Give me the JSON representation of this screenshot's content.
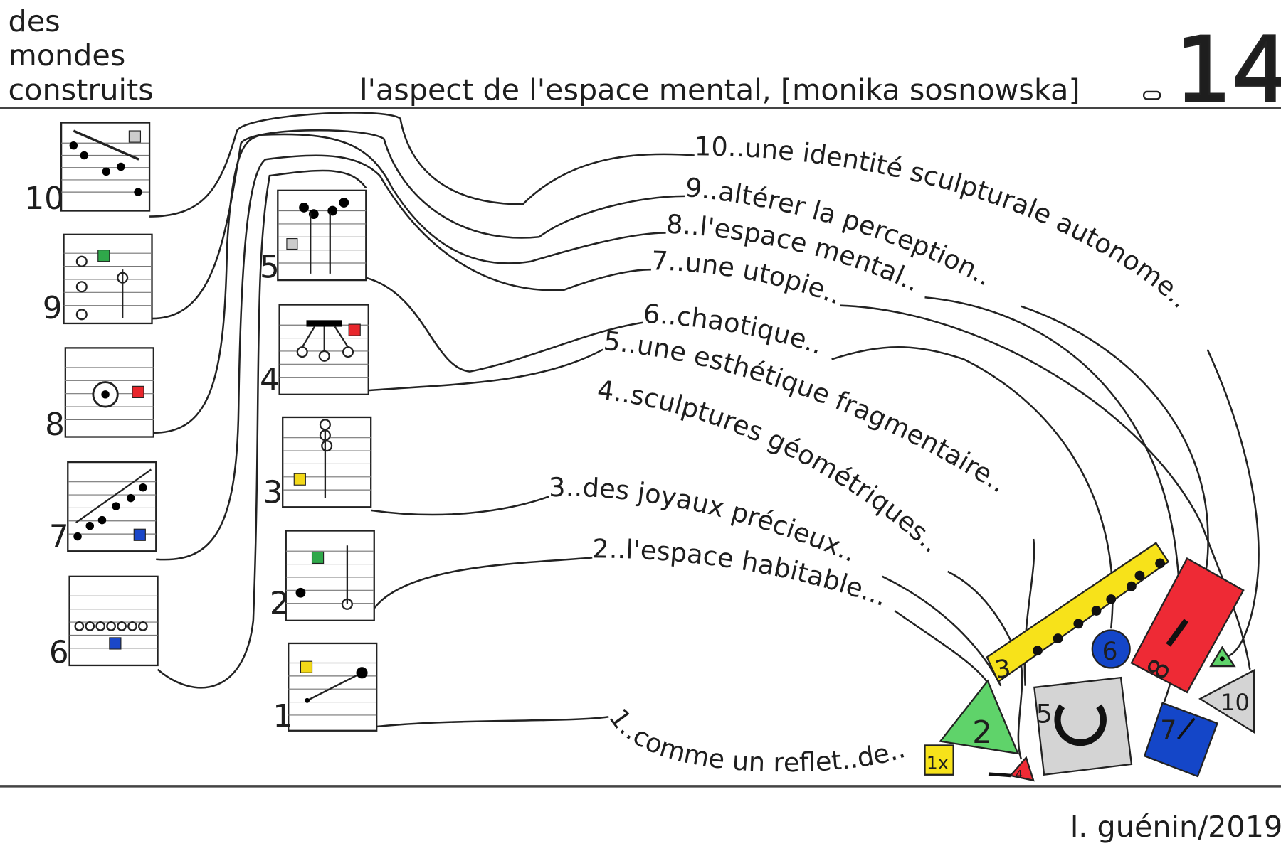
{
  "header": {
    "series_title": [
      "des",
      "mondes",
      "construits"
    ],
    "subtitle": "l'aspect de l'espace mental, [monika sosnowska]",
    "page_number": "14"
  },
  "left_boxes": [
    "10",
    "9",
    "8",
    "7",
    "6"
  ],
  "middle_boxes": [
    "5",
    "4",
    "3",
    "2",
    "1"
  ],
  "labels": [
    "10..une identité sculpturale autonome..",
    "9..altérer la perception..",
    "8..l'espace mental..",
    "7..une utopie..",
    "6..chaotique..",
    "5..une esthétique fragmentaire..",
    "4..sculptures géométriques..",
    "3..des joyaux précieux..",
    "2..l'espace habitable...",
    "1..comme un reflet..de.."
  ],
  "shapes": {
    "s1": "1x",
    "s2": "2",
    "s3": "3",
    "s4": "4",
    "s5": "5",
    "s6": "6",
    "s7": "7",
    "s8": "8",
    "s10": "10"
  },
  "signature": "l. guénin/2019",
  "colors": {
    "yellow": "#f7e21a",
    "green": "#5fd36a",
    "red": "#ee2a35",
    "blue": "#1446c8",
    "gray": "#d4d4d4",
    "ink": "#222222"
  }
}
